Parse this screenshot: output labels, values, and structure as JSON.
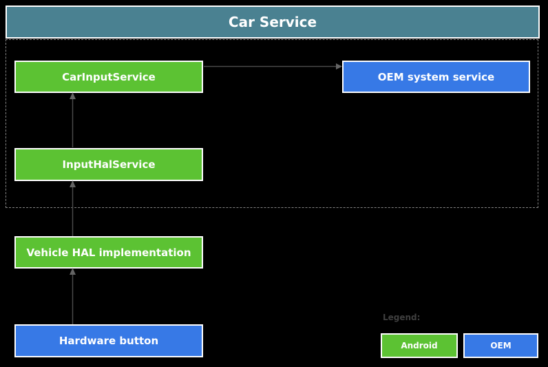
{
  "header": {
    "title": "Car Service"
  },
  "nodes": {
    "car_input_service": {
      "label": "CarInputService",
      "type": "android"
    },
    "oem_system_service": {
      "label": "OEM system service",
      "type": "oem"
    },
    "input_hal_service": {
      "label": "InputHalService",
      "type": "android"
    },
    "vehicle_hal_implementation": {
      "label": "Vehicle HAL implementation",
      "type": "android"
    },
    "hardware_button": {
      "label": "Hardware button",
      "type": "oem"
    }
  },
  "connections": [
    {
      "from": "Hardware button",
      "to": "Vehicle HAL implementation"
    },
    {
      "from": "Vehicle HAL implementation",
      "to": "InputHalService"
    },
    {
      "from": "InputHalService",
      "to": "CarInputService"
    },
    {
      "from": "CarInputService",
      "to": "OEM system service"
    }
  ],
  "legend": {
    "title": "Legend:",
    "items": [
      {
        "label": "Android",
        "color": "#5cc233"
      },
      {
        "label": "OEM",
        "color": "#3779e6"
      }
    ]
  },
  "colors": {
    "android": "#5cc233",
    "oem": "#3779e6",
    "header": "#4a8191",
    "arrow_line": "#4a4a4a",
    "arrow_head": "#646464",
    "dashed_border": "#858585",
    "legend_text": "#3f3f3f",
    "box_border": "#ffffff",
    "background": "#000000"
  }
}
